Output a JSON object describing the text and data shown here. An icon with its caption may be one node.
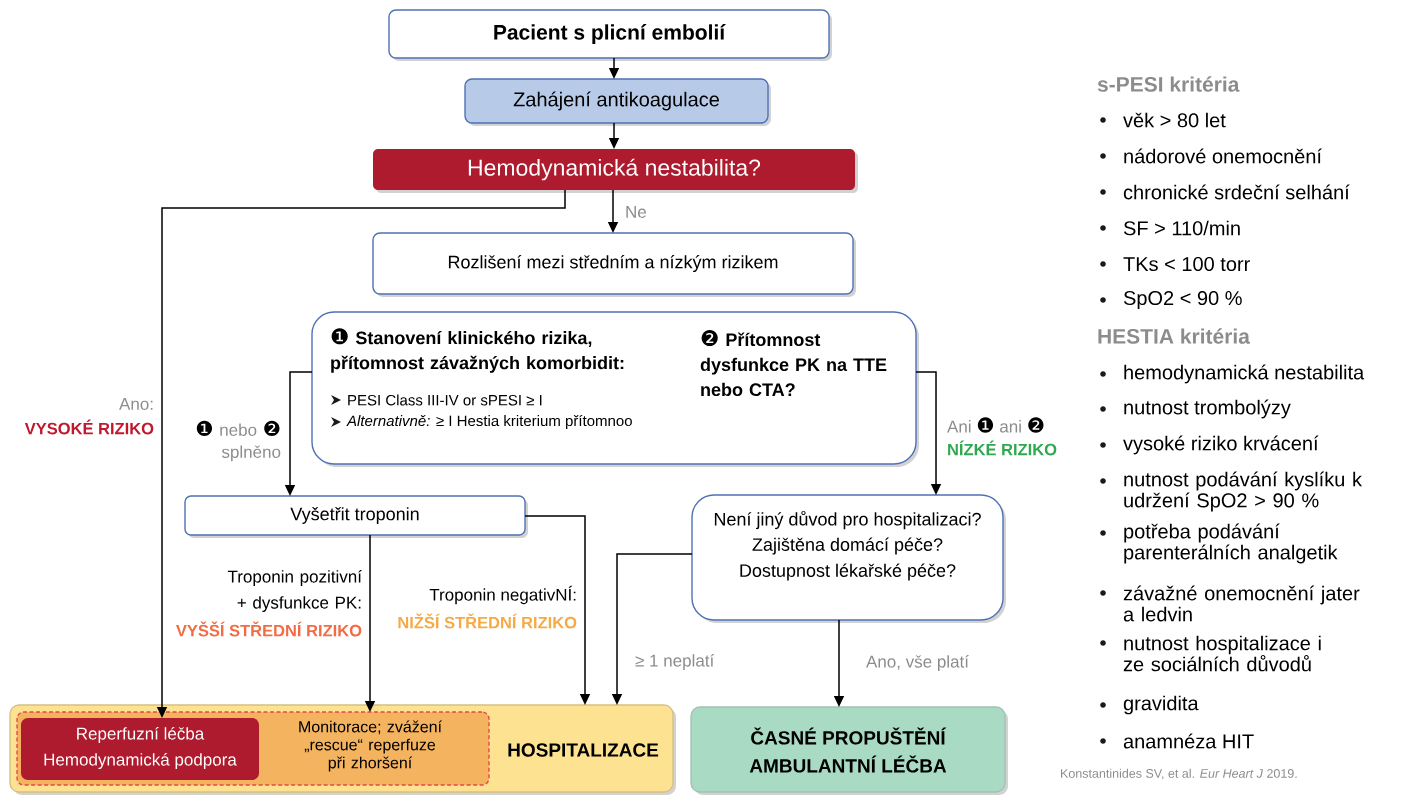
{
  "diagram": {
    "nodes": [
      {
        "text": [
          "Pacient s plicní embolií"
        ]
      },
      {
        "text": [
          "Zahájení antikoagulace"
        ]
      },
      {
        "text": [
          "Hemodynamická nestabilita?"
        ]
      },
      {
        "text": [
          "Rozlišení mezi středním a nízkým rizikem"
        ]
      },
      {
        "text": [
          "❶ Stanovení klinického rizika, přítomnost závažných komorbidit:",
          "PESI Class III-IV or sPESI ≥ I",
          "*Alternativně:* ≥ I Hestia kriterium přítomnoo",
          "❷ Přítomnost dysfunkce PK na TTE nebo CTA?"
        ]
      },
      {
        "text": [
          "Vyšetřit troponin"
        ]
      },
      {
        "text": [
          "Není jiný důvod pro hospitalizaci?",
          "Zajištěna domácí péče?",
          "Dostupnost lékařské péče?"
        ]
      },
      {
        "text": [
          "HOSPITALIZACE"
        ]
      },
      {
        "text": [
          "Monitorace; zvážení „rescue“ reperfuze při zhoršení"
        ],
        "in": 7
      },
      {
        "text": [
          "Reperfuzní léčba",
          "Hemodynamická podpora"
        ],
        "in": 8
      },
      {
        "text": [
          "ČASNÉ PROPUŠTĚNÍ",
          "AMBULANTNÍ LÉČBA"
        ]
      }
    ],
    "edges": [
      {
        "from": 0,
        "to": 1,
        "arrow": "to"
      },
      {
        "from": 1,
        "to": 2,
        "arrow": "to"
      },
      {
        "from": 2,
        "to": 9,
        "arrow": "to",
        "label": "Ano:"
      },
      {
        "from": 2,
        "to": 3,
        "arrow": "to",
        "label": "Ne"
      },
      {
        "from": 4,
        "to": 5,
        "arrow": "to",
        "label": "❶ nebo ❷ splněno"
      },
      {
        "from": 4,
        "to": 6,
        "arrow": "to",
        "label": "Ani ❶ ani ❷"
      },
      {
        "from": 5,
        "to": 8,
        "arrow": "to",
        "label": "Troponin pozitivní + dysfunkce PK:"
      },
      {
        "from": 5,
        "to": 7,
        "arrow": "to",
        "label": "Troponin negativNÍ:"
      },
      {
        "from": 6,
        "to": 7,
        "arrow": "to",
        "label": "≥ 1 neplatí"
      },
      {
        "from": 6,
        "to": 10,
        "arrow": "to",
        "label": "Ano, vše platí"
      }
    ],
    "labels": [
      "VYSOKÉ RIZIKO",
      "NÍZKÉ RIZIKO",
      "VYŠŠÍ STŘEDNÍ RIZIKO",
      "NIŽŠÍ STŘEDNÍ RIZIKO",
      "s-PESI kritéria",
      "věk > 80 let",
      "nádorové onemocnění",
      "chronické srdeční selhání",
      "SF > 110/min",
      "TKs < 100 torr",
      "SpO2 < 90 %",
      "HESTIA kritéria",
      "hemodynamická nestabilita",
      "nutnost trombolýzy",
      "vysoké riziko krvácení",
      "nutnost podávání kyslíku k udržení SpO2 > 90 %",
      "potřeba podávání parenterálních analgetik",
      "závažné onemocnění jater a ledvin",
      "nutnost hospitalizace i ze sociálních důvodů",
      "gravidita",
      "anamnéza HIT",
      "Konstantinides SV, et al. *Eur Heart J* 2019."
    ]
  }
}
